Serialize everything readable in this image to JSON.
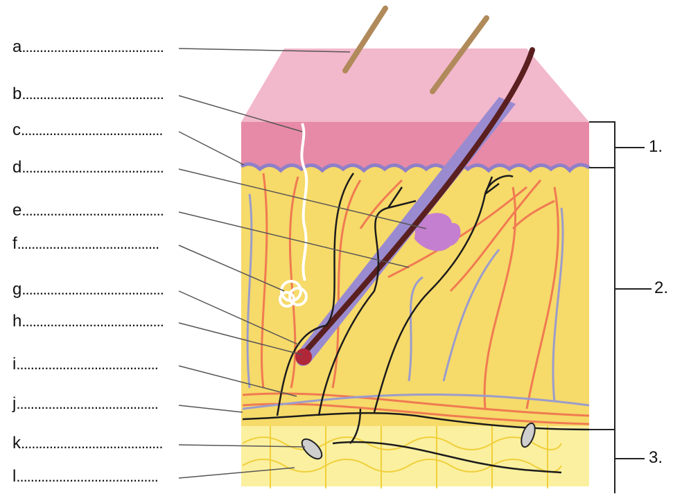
{
  "labels": [
    {
      "letter": "a",
      "dots": "........................................"
    },
    {
      "letter": "b",
      "dots": "........................................"
    },
    {
      "letter": "c",
      "dots": "........................................"
    },
    {
      "letter": "d",
      "dots": "........................................"
    },
    {
      "letter": "e",
      "dots": "........................................"
    },
    {
      "letter": "f",
      "dots": "........................................"
    },
    {
      "letter": "g",
      "dots": "........................................"
    },
    {
      "letter": "h",
      "dots": "........................................"
    },
    {
      "letter": "i",
      "dots": "........................................"
    },
    {
      "letter": "j",
      "dots": "........................................"
    },
    {
      "letter": "k",
      "dots": "........................................"
    },
    {
      "letter": "l",
      "dots": "........................................"
    }
  ],
  "sections": [
    "1.",
    "2.",
    "3."
  ],
  "colors": {
    "epidermis_top": "#f2b8cc",
    "epidermis_side": "#e78aa8",
    "dermis": "#f6da6a",
    "hypodermis": "#fbf0a0",
    "fat_cells": "#f7e46a",
    "vessel_red": "#f07a52",
    "vessel_blue": "#9b9ccc",
    "nerve": "#1b1b1b",
    "hair": "#5a1f1f",
    "leader_line": "#555555"
  }
}
